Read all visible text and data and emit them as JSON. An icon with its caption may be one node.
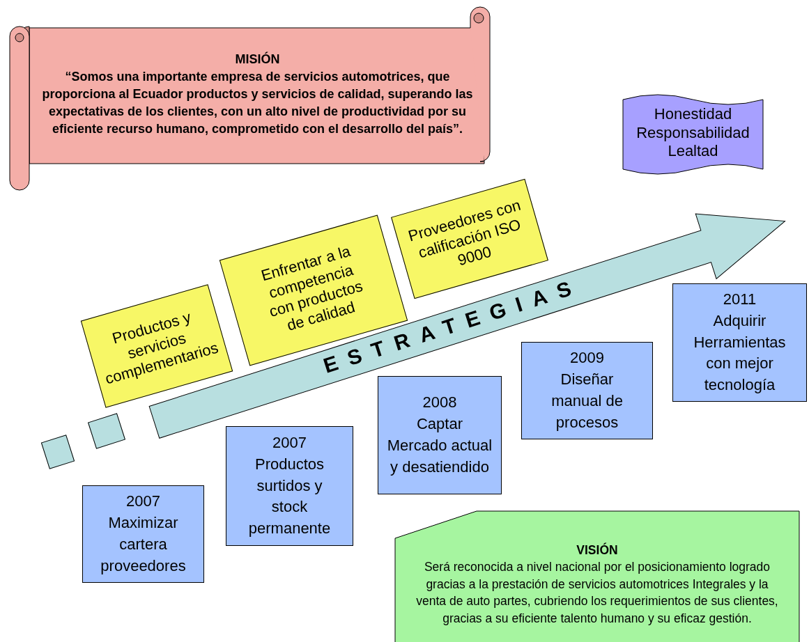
{
  "diagram": {
    "nodes": [
      {
        "text": [
          "MISIÓN",
          "“Somos una importante empresa de servicios automotrices, que proporciona al Ecuador productos y servicios de calidad, superando las expectativas de los clientes, con un alto nivel de productividad por su eficiente recurso humano, comprometido con el desarrollo del país”."
        ]
      },
      {
        "text": [
          "Honestidad Responsabilidad Lealtad"
        ]
      },
      {
        "text": [
          "Proveedores con calificación ISO 9000"
        ]
      },
      {
        "text": [
          "Enfrentar a la competencia con productos de calidad"
        ]
      },
      {
        "text": [
          "Productos y servicios complementarios"
        ]
      },
      {
        "text": [
          "ESTRATEGIAS"
        ]
      },
      {
        "text": [],
        "shape": "box"
      },
      {
        "text": [],
        "shape": "box"
      },
      {
        "text": [
          "2011",
          "Adquirir Herramientas con mejor tecnología"
        ]
      },
      {
        "text": [
          "2009",
          "Diseñar manual de procesos"
        ]
      },
      {
        "text": [
          "2008",
          "Captar Mercado actual y desatiendido"
        ]
      },
      {
        "text": [
          "2007",
          "Productos surtidos y stock permanente"
        ]
      },
      {
        "text": [
          "2007",
          "Maximizar cartera proveedores"
        ]
      },
      {
        "text": [
          "VISIÓN",
          "Será reconocida a nivel nacional por el posicionamiento logrado gracias a la prestación de servicios automotrices Integrales y la venta de auto partes, cubriendo los requerimientos de sus clientes, gracias a su eficiente talento humano y su eficaz gestión."
        ]
      }
    ]
  }
}
